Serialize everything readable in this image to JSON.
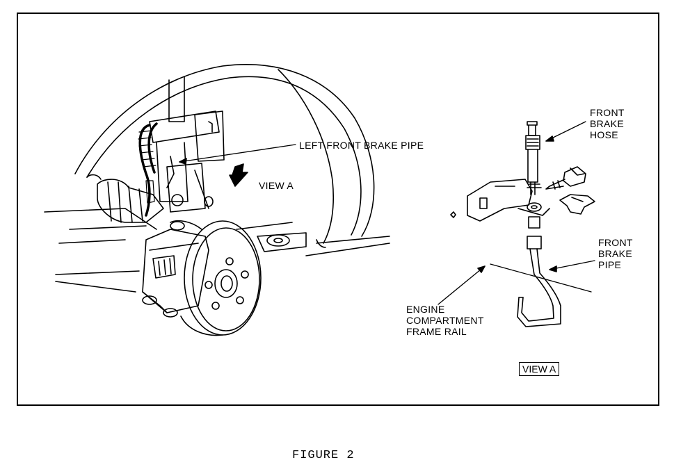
{
  "diagram": {
    "labels": {
      "left_front_brake_pipe": "LEFT FRONT BRAKE PIPE",
      "view_a_arrow": "VIEW A",
      "front_brake_hose": [
        "FRONT",
        "BRAKE",
        "HOSE"
      ],
      "front_brake_pipe": [
        "FRONT",
        "BRAKE",
        "PIPE"
      ],
      "engine_compartment_frame_rail": [
        "ENGINE",
        "COMPARTMENT",
        "FRAME RAIL"
      ],
      "view_a_box": "VIEW A"
    }
  },
  "caption": "FIGURE 2"
}
